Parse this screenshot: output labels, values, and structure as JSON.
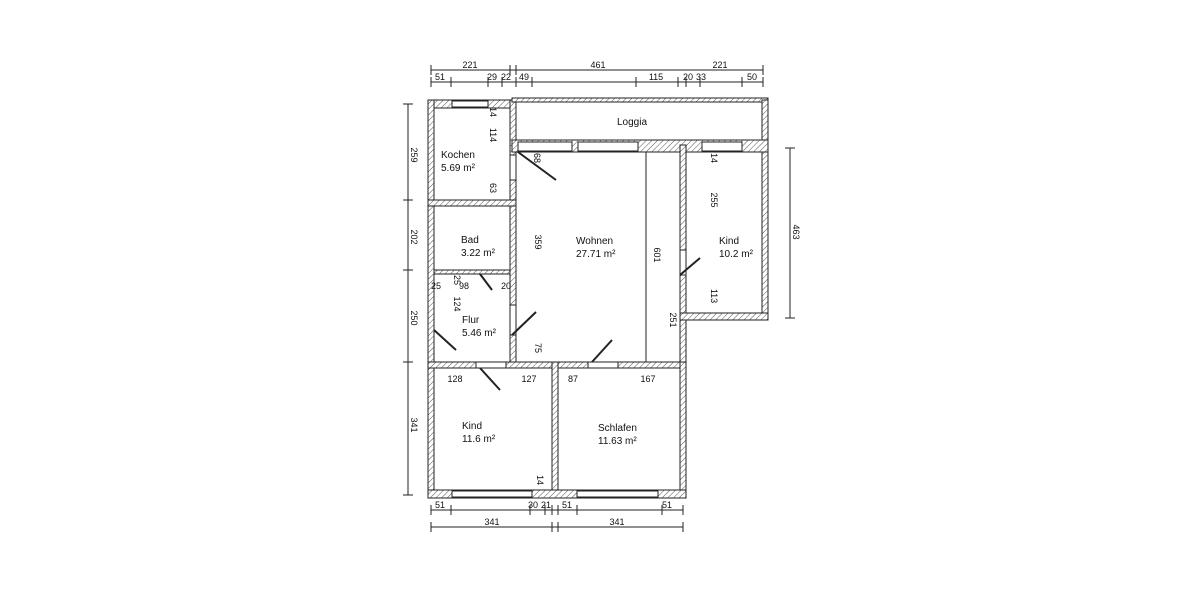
{
  "rooms": [
    {
      "name": "Kochen",
      "area": "5.69 m²"
    },
    {
      "name": "Bad",
      "area": "3.22 m²"
    },
    {
      "name": "Wohnen",
      "area": "27.71 m²"
    },
    {
      "name": "Kind",
      "area": "10.2 m²"
    },
    {
      "name": "Flur",
      "area": "5.46 m²"
    },
    {
      "name": "Kind",
      "area": "11.6 m²"
    },
    {
      "name": "Schlafen",
      "area": "11.63 m²"
    },
    {
      "name": "Loggia",
      "area": ""
    }
  ],
  "dimensions": {
    "top_overall": [
      "221",
      "461",
      "221"
    ],
    "top_detail": [
      "51",
      "29",
      "22",
      "49",
      "115",
      "20",
      "33",
      "50"
    ],
    "left": [
      "259",
      "202",
      "250",
      "341"
    ],
    "right": [
      "463"
    ],
    "bottom_detail": [
      "51",
      "30",
      "21",
      "51",
      "51"
    ],
    "bottom_overall": [
      "341",
      "341"
    ],
    "interior": [
      "114",
      "14",
      "63",
      "68",
      "14",
      "255",
      "359",
      "601",
      "113",
      "251",
      "75",
      "25",
      "98",
      "20",
      "25",
      "124",
      "128",
      "127",
      "87",
      "167",
      "14"
    ]
  }
}
